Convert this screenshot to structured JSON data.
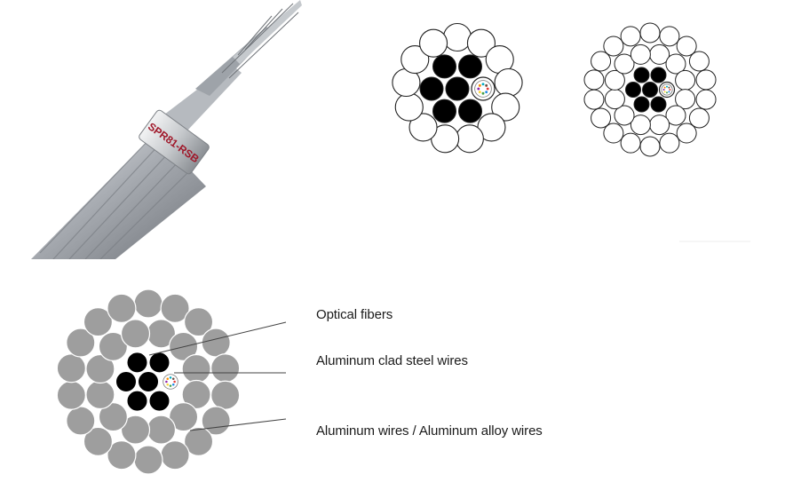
{
  "labels": {
    "optical_fibers": "Optical fibers",
    "aluminum_clad_steel": "Aluminum clad steel wires",
    "aluminum_wires": "Aluminum wires / Aluminum alloy wires",
    "cable_band_marking": "SPR81-RSB"
  },
  "colors": {
    "aluminum_wire_fill": "#9e9e9e",
    "steel_wire_fill": "#000000",
    "outline_wire_fill": "#ffffff",
    "cable_metal": "#b8bcc2"
  },
  "cross_sections": [
    {
      "name": "small-cross-section",
      "steel_wires": 6,
      "outer_wires": 13,
      "fill": "outline"
    },
    {
      "name": "medium-cross-section",
      "steel_wires": 6,
      "outer_wires": 30,
      "fill": "outline"
    },
    {
      "name": "detailed-cross-section",
      "steel_wires": 6,
      "outer_wires": 30,
      "fill": "gray"
    }
  ]
}
